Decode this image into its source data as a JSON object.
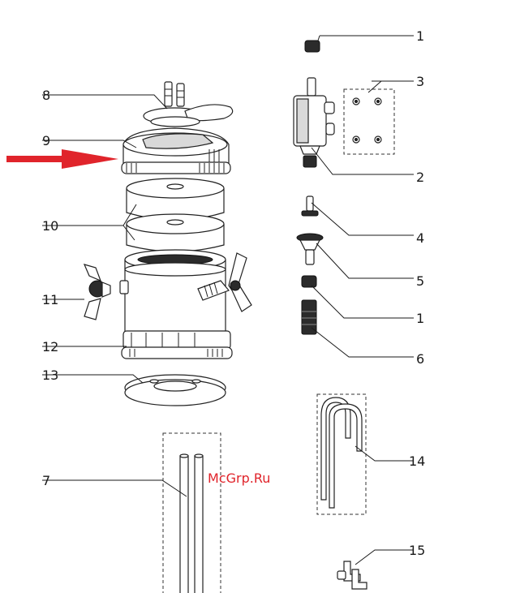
{
  "diagram": {
    "watermark": "McGrp.Ru",
    "colors": {
      "arrow": "#e0242b",
      "watermark": "#e0242b",
      "line": "#1a1a1a"
    },
    "callouts": [
      {
        "id": "c1a",
        "label": "1"
      },
      {
        "id": "c3",
        "label": "3"
      },
      {
        "id": "c8",
        "label": "8"
      },
      {
        "id": "c9",
        "label": "9"
      },
      {
        "id": "c2",
        "label": "2"
      },
      {
        "id": "c10",
        "label": "10"
      },
      {
        "id": "c4",
        "label": "4"
      },
      {
        "id": "c5",
        "label": "5"
      },
      {
        "id": "c11",
        "label": "11"
      },
      {
        "id": "c1b",
        "label": "1"
      },
      {
        "id": "c12",
        "label": "12"
      },
      {
        "id": "c6",
        "label": "6"
      },
      {
        "id": "c13",
        "label": "13"
      },
      {
        "id": "c14",
        "label": "14"
      },
      {
        "id": "c7",
        "label": "7"
      },
      {
        "id": "c15",
        "label": "15"
      }
    ]
  }
}
